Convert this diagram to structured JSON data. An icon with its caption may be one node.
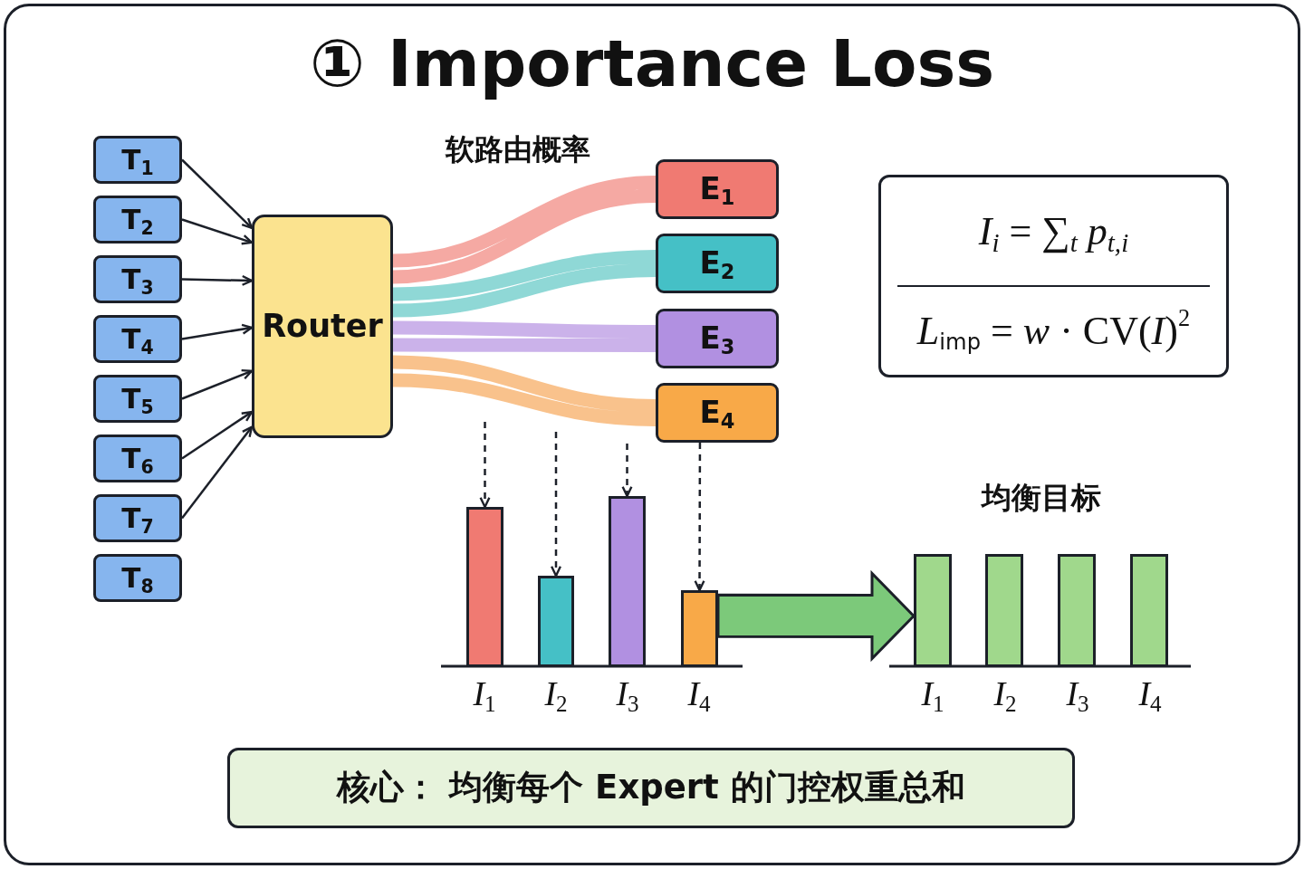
{
  "diagram": {
    "title": "① Importance Loss",
    "nodes": [
      {
        "text": [
          "T$_{1}$"
        ]
      },
      {
        "text": [
          "T$_{2}$"
        ]
      },
      {
        "text": [
          "T$_{3}$"
        ]
      },
      {
        "text": [
          "T$_{4}$"
        ]
      },
      {
        "text": [
          "T$_{5}$"
        ]
      },
      {
        "text": [
          "T$_{6}$"
        ]
      },
      {
        "text": [
          "T$_{7}$"
        ]
      },
      {
        "text": [
          "T$_{8}$"
        ]
      },
      {
        "text": [
          "Router"
        ]
      },
      {
        "text": [
          "E$_{1}$"
        ]
      },
      {
        "text": [
          "E$_{2}$"
        ]
      },
      {
        "text": [
          "E$_{3}$"
        ]
      },
      {
        "text": [
          "E$_{4}$"
        ]
      },
      {
        "text": [
          "*I*$_{i}$ = ∑$_{t}$ *p*$_{t,i}$",
          "*L*$_{imp}$ = *w* · CV(*I*)$^{2}$"
        ]
      },
      {
        "text": [],
        "shape": "bar"
      },
      {
        "text": [],
        "shape": "bar"
      },
      {
        "text": [],
        "shape": "bar"
      },
      {
        "text": [],
        "shape": "bar"
      },
      {
        "text": [],
        "shape": "bar"
      },
      {
        "text": [],
        "shape": "bar"
      },
      {
        "text": [],
        "shape": "bar"
      },
      {
        "text": [],
        "shape": "bar"
      },
      {
        "text": [
          "核心： 均衡每个 Expert 的门控权重总和"
        ]
      }
    ],
    "edges": [
      {
        "from": 0,
        "to": 8,
        "arrow": "to"
      },
      {
        "from": 1,
        "to": 8,
        "arrow": "to"
      },
      {
        "from": 2,
        "to": 8,
        "arrow": "to"
      },
      {
        "from": 3,
        "to": 8,
        "arrow": "to"
      },
      {
        "from": 4,
        "to": 8,
        "arrow": "to"
      },
      {
        "from": 5,
        "to": 8,
        "arrow": "to"
      },
      {
        "from": 6,
        "to": 8,
        "arrow": "to"
      },
      {
        "from": 8,
        "to": 9,
        "arrow": "none",
        "style": "thick",
        "color": "#f5a9a3"
      },
      {
        "from": 8,
        "to": 10,
        "arrow": "none",
        "style": "thick",
        "color": "#8fd8d6"
      },
      {
        "from": 8,
        "to": 11,
        "arrow": "none",
        "style": "thick",
        "color": "#cbb2ea"
      },
      {
        "from": 8,
        "to": 12,
        "arrow": "none",
        "style": "thick",
        "color": "#f9c28c"
      },
      {
        "from": null,
        "to": 14,
        "arrow": "to",
        "style": "dashed"
      },
      {
        "from": null,
        "to": 15,
        "arrow": "to",
        "style": "dashed"
      },
      {
        "from": null,
        "to": 16,
        "arrow": "to",
        "style": "dashed"
      },
      {
        "from": 12,
        "to": 17,
        "arrow": "to",
        "style": "dashed"
      },
      {
        "from": 17,
        "to": 18,
        "arrow": "to",
        "style": "thick",
        "color": "#7cc97a"
      }
    ],
    "labels": [
      "软路由概率",
      "均衡目标",
      "*I*$_{1}$",
      "*I*$_{2}$",
      "*I*$_{3}$",
      "*I*$_{4}$",
      "*I*$_{1}$",
      "*I*$_{2}$",
      "*I*$_{3}$",
      "*I*$_{4}$"
    ]
  }
}
